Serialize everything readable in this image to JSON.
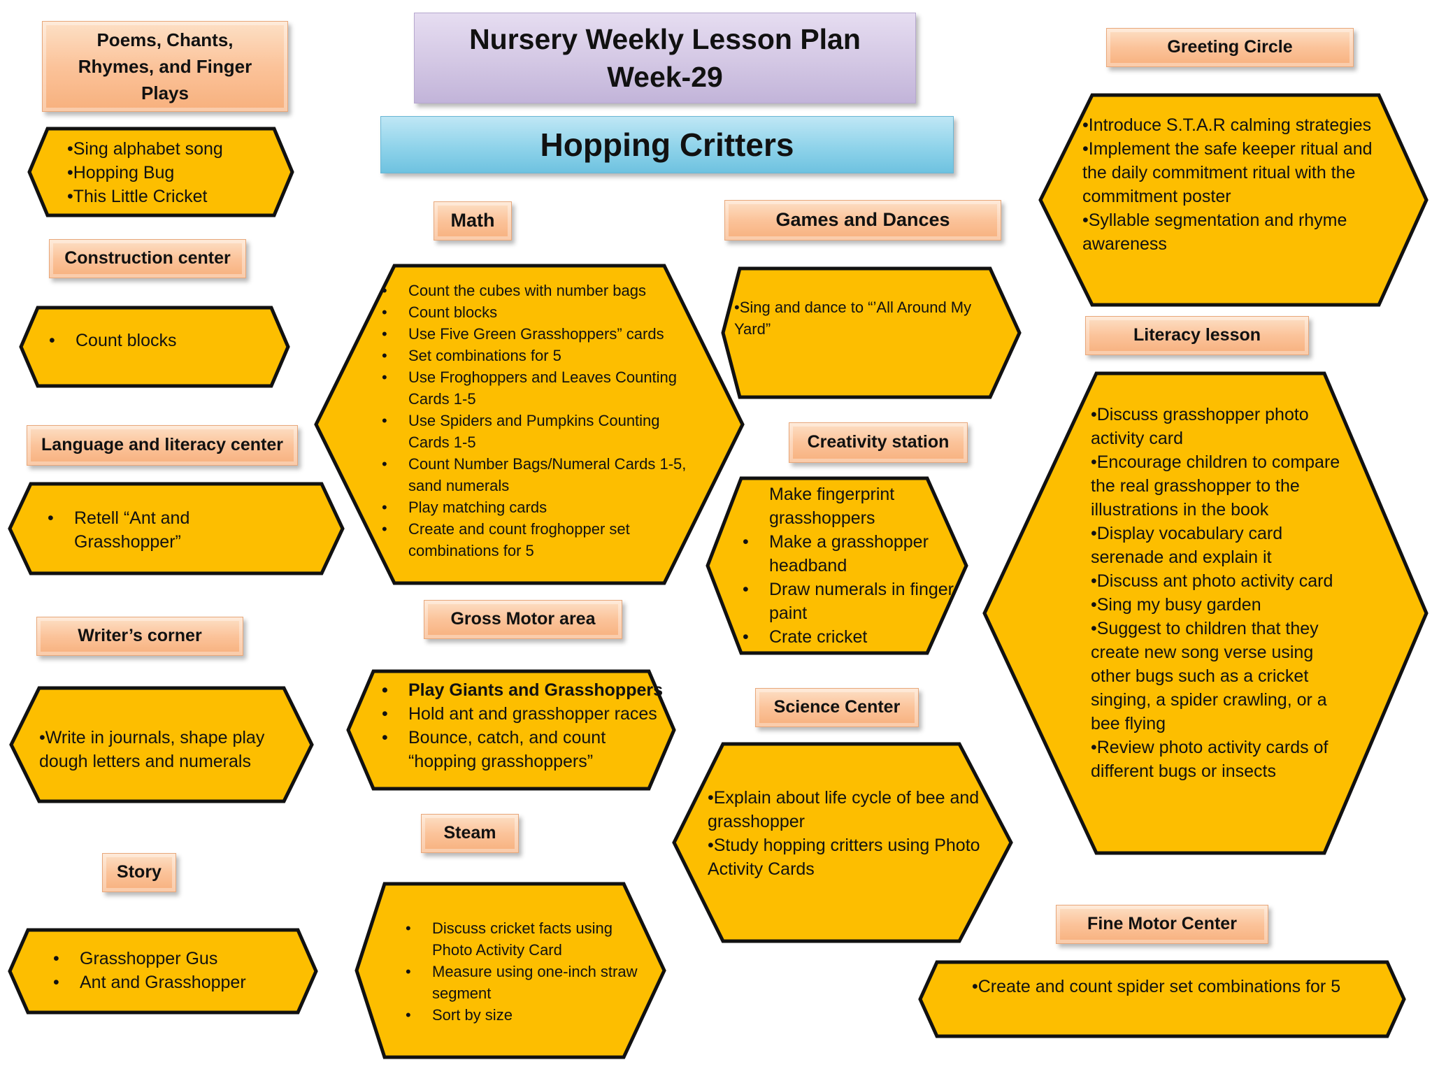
{
  "header": {
    "title_line1": "Nursery Weekly Lesson Plan",
    "title_line2": "Week-29",
    "theme": "Hopping Critters"
  },
  "colors": {
    "hex_fill": "#FDBE00",
    "hex_stroke": "#111111",
    "label_fill": "#FBC39A",
    "title_fill": "#D7CCE6",
    "theme_fill": "#8FD3EA"
  },
  "sections": {
    "poems": {
      "label": "Poems, Chants, Rhymes, and Finger Plays",
      "items": [
        "•Sing alphabet song",
        "•Hopping Bug",
        "•This Little Cricket"
      ]
    },
    "construction": {
      "label": "Construction center",
      "items": [
        "Count blocks"
      ]
    },
    "language": {
      "label": "Language and literacy center",
      "items": [
        "Retell “Ant and Grasshopper”"
      ]
    },
    "writers": {
      "label": "Writer’s corner",
      "items": [
        "•Write in journals, shape play dough letters and numerals"
      ]
    },
    "story": {
      "label": "Story",
      "items": [
        "Grasshopper Gus",
        "Ant and Grasshopper"
      ]
    },
    "math": {
      "label": "Math",
      "items": [
        "Count the cubes  with number bags",
        "Count blocks",
        "Use Five Green Grasshoppers”  cards",
        "Set combinations for 5",
        "Use Froghoppers and Leaves Counting Cards 1-5",
        "Use Spiders and Pumpkins Counting Cards 1-5",
        "Count Number Bags/Numeral Cards 1-5, sand numerals",
        "Play matching cards",
        "Create and count froghopper set combinations for 5"
      ]
    },
    "gross_motor": {
      "label": "Gross Motor area",
      "items": [
        "Play Giants and Grasshoppers",
        "Hold ant and grasshopper races",
        "Bounce, catch, and count “hopping grasshoppers”"
      ]
    },
    "steam": {
      "label": "Steam",
      "items": [
        "Discuss cricket facts using Photo Activity Card",
        " Measure using one-inch straw segment",
        "Sort by size"
      ]
    },
    "games": {
      "label": "Games and Dances",
      "items": [
        "•Sing and dance to “’All Around My Yard”"
      ]
    },
    "creativity": {
      "label": "Creativity station",
      "items": [
        "Make fingerprint grasshoppers",
        "Make a grasshopper headband",
        "Draw numerals in finger paint",
        "Crate cricket"
      ]
    },
    "science": {
      "label": "Science Center",
      "items": [
        "•Explain about life cycle of bee and grasshopper",
        "•Study hopping critters using Photo Activity Cards"
      ]
    },
    "greeting": {
      "label": "Greeting Circle",
      "items": [
        "•Introduce S.T.A.R calming strategies",
        "•Implement the safe keeper ritual and the daily commitment ritual with the commitment poster",
        "•Syllable segmentation and rhyme awareness"
      ]
    },
    "literacy": {
      "label": "Literacy lesson",
      "items": [
        "•Discuss grasshopper photo activity card",
        "•Encourage children to compare the real grasshopper to the illustrations in the book",
        "•Display vocabulary card serenade and explain it",
        "•Discuss ant photo activity card",
        "•Sing  my busy garden",
        "•Suggest to children that they create new song verse using other bugs such as a cricket singing, a spider crawling, or a bee flying",
        "•Review  photo activity cards of different bugs or insects"
      ]
    },
    "fine_motor": {
      "label": "Fine Motor  Center",
      "items": [
        "•Create and count spider set combinations for 5"
      ]
    }
  }
}
